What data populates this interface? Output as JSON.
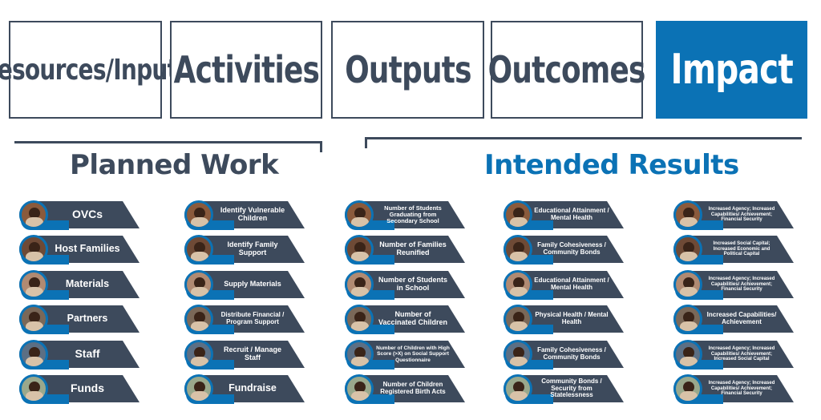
{
  "headers": [
    "Resources/Inputs",
    "Activities",
    "Outputs",
    "Outcomes",
    "Impact"
  ],
  "colors": {
    "navy": "#3d4a5c",
    "blue": "#0b72b5"
  },
  "sections": {
    "planned": "Planned Work",
    "results": "Intended Results"
  },
  "columns": [
    {
      "items": [
        {
          "label": "OVCs",
          "icon": "child-photo-icon"
        },
        {
          "label": "Host Families",
          "icon": "family-photo-icon"
        },
        {
          "label": "Materials",
          "icon": "materials-photo-icon"
        },
        {
          "label": "Partners",
          "icon": "partners-photo-icon"
        },
        {
          "label": "Staff",
          "icon": "staff-photo-icon"
        },
        {
          "label": "Funds",
          "icon": "money-photo-icon"
        }
      ]
    },
    {
      "items": [
        {
          "label": "Identify Vulnerable Children",
          "icon": "child-photo-icon"
        },
        {
          "label": "Identify Family Support",
          "icon": "family-photo-icon"
        },
        {
          "label": "Supply Materials",
          "icon": "materials-photo-icon"
        },
        {
          "label": "Distribute Financial / Program Support",
          "icon": "partners-photo-icon"
        },
        {
          "label": "Recruit / Manage Staff",
          "icon": "staff-photo-icon"
        },
        {
          "label": "Fundraise",
          "icon": "money-photo-icon"
        }
      ]
    },
    {
      "items": [
        {
          "label": "Number of Students Graduating from Secondary School",
          "icon": "student-photo-icon"
        },
        {
          "label": "Number of Families Reunified",
          "icon": "family-photo-icon"
        },
        {
          "label": "Number of Students in School",
          "icon": "school-badge-icon"
        },
        {
          "label": "Number of Vaccinated Children",
          "icon": "children-photo-icon"
        },
        {
          "label": "Number of Children with High Score (>X) on Social Support Questionnaire",
          "icon": "group-photo-icon"
        },
        {
          "label": "Number of Children Registered Birth Acts",
          "icon": "field-photo-icon"
        }
      ]
    },
    {
      "items": [
        {
          "label": "Educational Attainment / Mental Health",
          "icon": "student-photo-icon"
        },
        {
          "label": "Family Cohesiveness / Community Bonds",
          "icon": "family-photo-icon"
        },
        {
          "label": "Educational Attainment / Mental Health",
          "icon": "school-badge-icon"
        },
        {
          "label": "Physical Health / Mental Health",
          "icon": "children-photo-icon"
        },
        {
          "label": "Family Cohesiveness / Community Bonds",
          "icon": "group-photo-icon"
        },
        {
          "label": "Community Bonds / Security from Statelessness",
          "icon": "field-photo-icon"
        }
      ]
    },
    {
      "items": [
        {
          "label": "Increased Agency; Increased Capabilities/ Achievement; Financial Security",
          "icon": "student-photo-icon"
        },
        {
          "label": "Increased Social Capital; Increased Economic and Political Capital",
          "icon": "family-photo-icon"
        },
        {
          "label": "Increased Agency; Increased Capabilities/ Achievement; Financial Security",
          "icon": "school-badge-icon"
        },
        {
          "label": "Increased Capabilities/ Achievement",
          "icon": "children-photo-icon"
        },
        {
          "label": "Increased Agency; Increased Capabilities/ Achievement; Increased Social Capital",
          "icon": "group-photo-icon"
        },
        {
          "label": "Increased Agency; Increased Capabilities/ Achievement; Financial Security",
          "icon": "field-photo-icon"
        }
      ]
    }
  ]
}
